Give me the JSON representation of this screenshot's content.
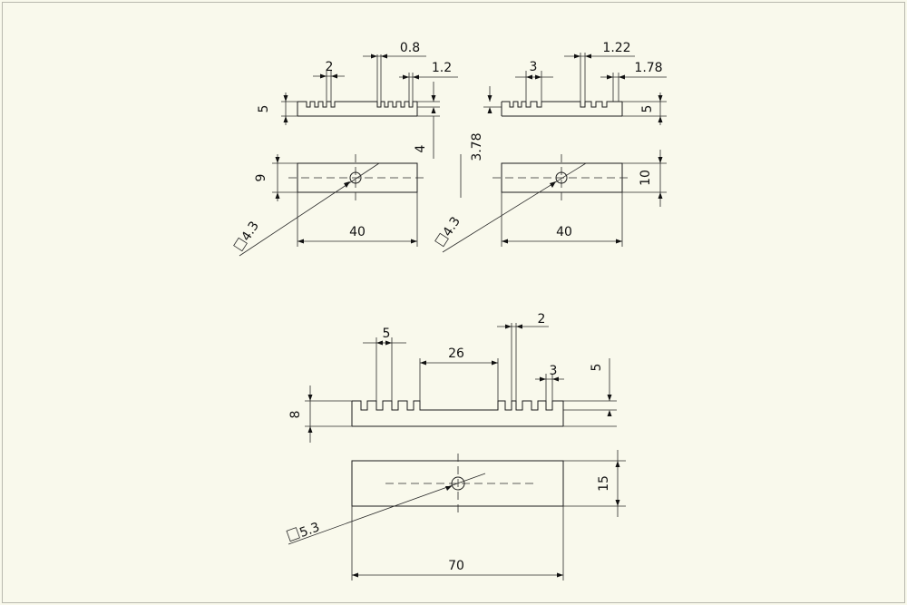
{
  "drawing": {
    "part_small_1": {
      "width_label": "40",
      "height_label": "9",
      "thickness_label": "5",
      "teeth_height_label": "4",
      "slot_label": "2",
      "tooth_label": "0.8",
      "gap_label": "1.2",
      "hole_label": "4.3"
    },
    "part_small_2": {
      "width_label": "40",
      "height_label": "10",
      "thickness_label": "5",
      "teeth_height_label": "3.78",
      "slot_label": "3",
      "tooth_label": "1.22",
      "gap_label": "1.78",
      "hole_label": "4.3"
    },
    "part_large": {
      "width_label": "70",
      "height_label": "15",
      "thickness_label": "8",
      "teeth_height_label": "5",
      "slot_a_label": "5",
      "flat_label": "26",
      "tooth_label": "2",
      "slot_b_label": "3",
      "hole_label": "5.3"
    },
    "colors": {
      "background": "#f9f9ec",
      "ink": "#1c1c1c",
      "frame": "#b9b9ae"
    }
  }
}
